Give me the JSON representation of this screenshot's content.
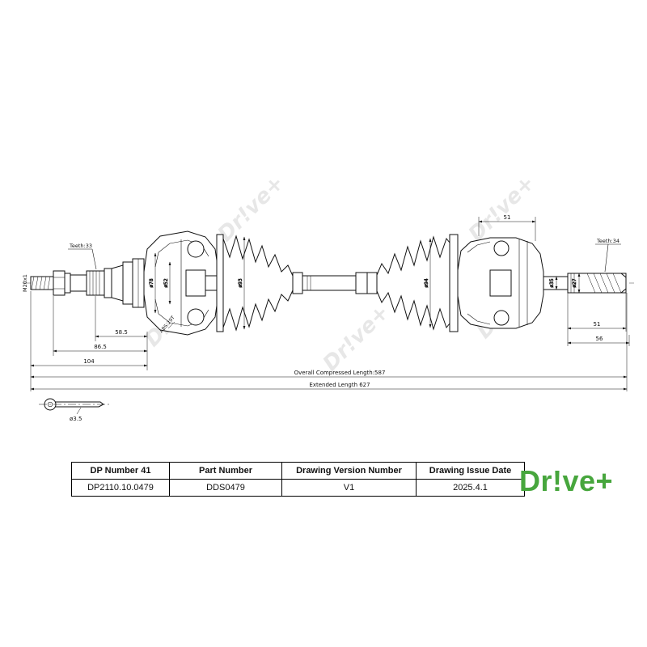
{
  "drawing": {
    "watermark": "Dr!ve+",
    "labels": {
      "teeth_left": "Teeth:33",
      "teeth_right": "Teeth:34",
      "thread": "M20x1",
      "abs": "ABS:29T"
    },
    "dims": {
      "left_a": "58.5",
      "left_b": "86.5",
      "left_c": "104",
      "top_right": "51",
      "right_a": "51",
      "right_b": "56",
      "dia_78": "ø78",
      "dia_52": "ø52",
      "dia_93": "ø93",
      "dia_94": "ø94",
      "dia_35": "ø35",
      "dia_27": "ø27",
      "overall": "Overall Compressed Length:587",
      "extended": "Extended Length 627",
      "pin": "ø3.5"
    }
  },
  "table": {
    "headers": [
      "DP Number 41",
      "Part Number",
      "Drawing Version Number",
      "Drawing Issue Date"
    ],
    "values": [
      "DP2110.10.0479",
      "DDS0479",
      "V1",
      "2025.4.1"
    ]
  },
  "logo": {
    "text": "Dr!ve+",
    "color": "#47a63d"
  }
}
